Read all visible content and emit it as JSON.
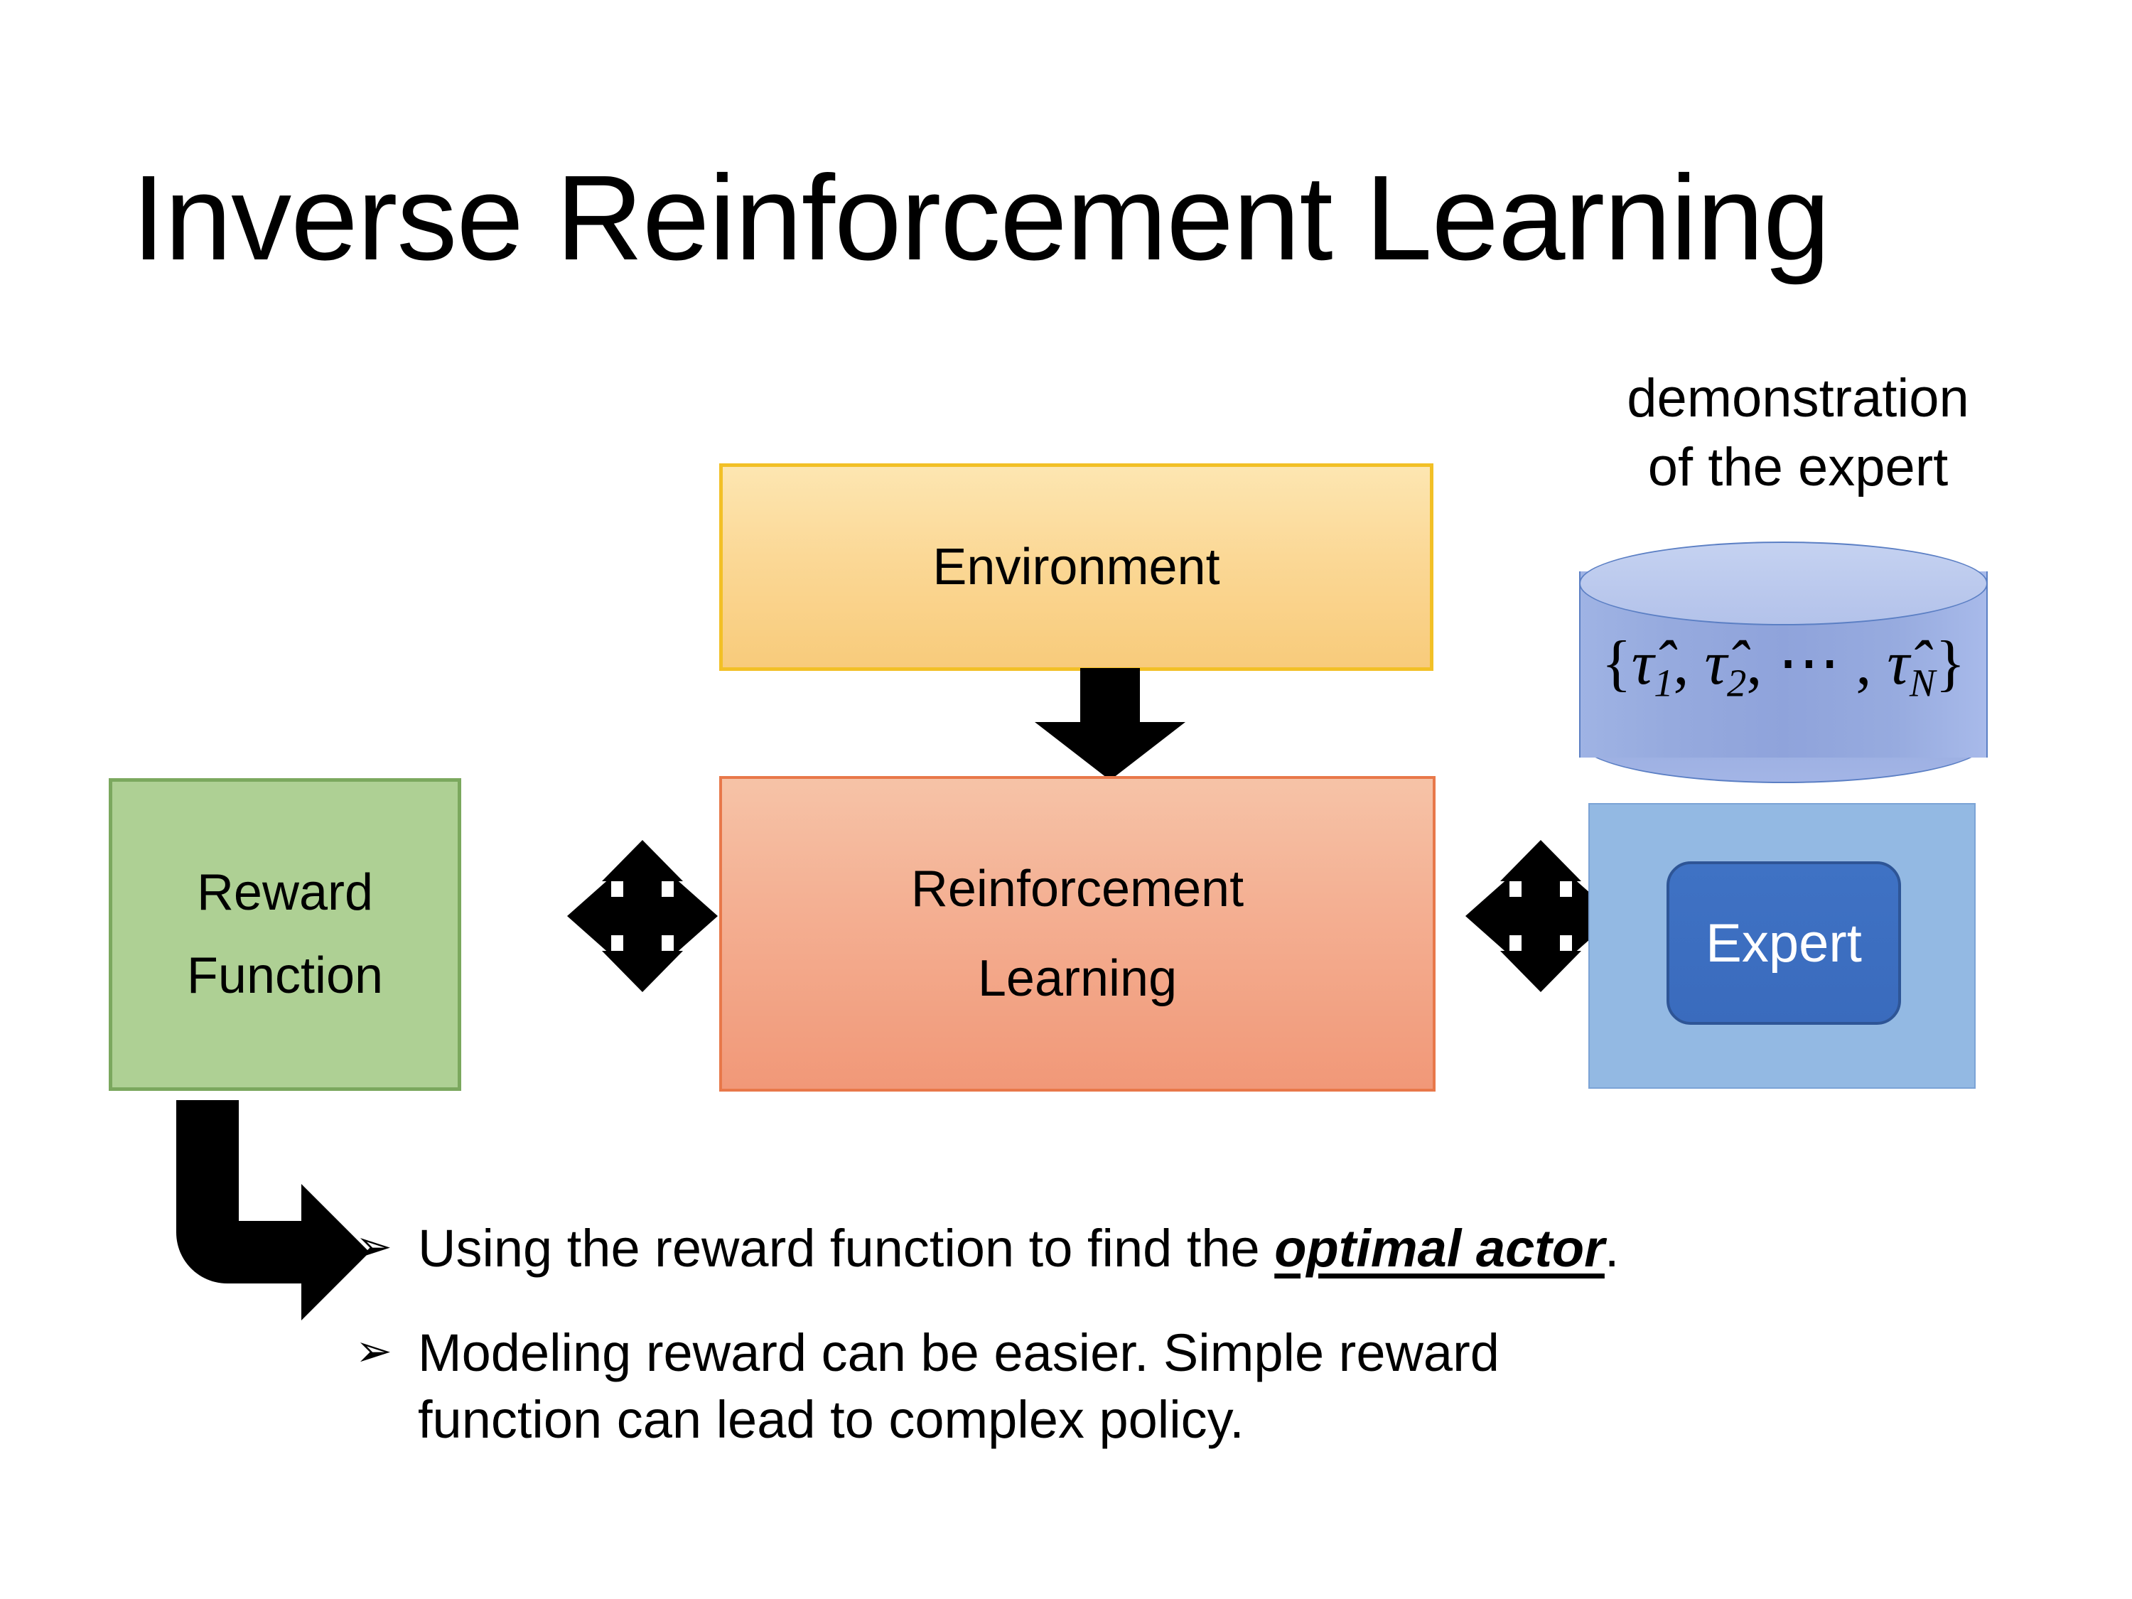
{
  "slide": {
    "title": "Inverse Reinforcement Learning",
    "background": "#ffffff"
  },
  "diagram": {
    "nodes": [
      {
        "id": "environment",
        "label": "Environment",
        "fill": "#fbd896",
        "border": "#f2c026",
        "text_color": "#000000"
      },
      {
        "id": "reinforcement",
        "label_line1": "Reinforcement",
        "label_line2": "Learning",
        "fill": "#f4b093",
        "border": "#e8784a",
        "text_color": "#000000"
      },
      {
        "id": "reward-function",
        "label_line1": "Reward",
        "label_line2": "Function",
        "fill": "#aed094",
        "border": "#7ba85e",
        "text_color": "#000000"
      },
      {
        "id": "expert",
        "label": "Expert",
        "fill": "#3f72c4",
        "border": "#2e5596",
        "text_color": "#ffffff"
      }
    ],
    "expert_group": {
      "caption_line1": "demonstration",
      "caption_line2": "of the expert",
      "container_fill": "#93b9e3",
      "cylinder_fill": "#96aade",
      "cylinder_border": "#5b7fc4",
      "formula": {
        "open": "{",
        "item1": "τ̂",
        "sub1": "1",
        "sep1": ", ",
        "item2": "τ̂",
        "sub2": "2",
        "sep2": ", ⋯ , ",
        "itemN": "τ̂",
        "subN": "N",
        "close": "}",
        "plain": "{τ̂1, τ̂2, ⋯ , τ̂N}"
      }
    },
    "arrows": [
      {
        "id": "environment-to-rl",
        "type": "down-block-arrow",
        "color": "#000000"
      },
      {
        "id": "reward-rl-link",
        "type": "quad-arrow",
        "color": "#000000"
      },
      {
        "id": "rl-expert-link",
        "type": "quad-arrow",
        "color": "#000000"
      },
      {
        "id": "reward-to-bullet",
        "type": "bent-arrow-down-right",
        "color": "#000000"
      }
    ]
  },
  "bullets": [
    {
      "glyph": "➢",
      "text_before": "Using the reward function to find the ",
      "emphasis": "optimal actor",
      "text_after": "."
    },
    {
      "glyph": "➢",
      "line1": "Modeling reward can be easier. Simple reward",
      "line2": "function can lead to complex policy."
    }
  ]
}
